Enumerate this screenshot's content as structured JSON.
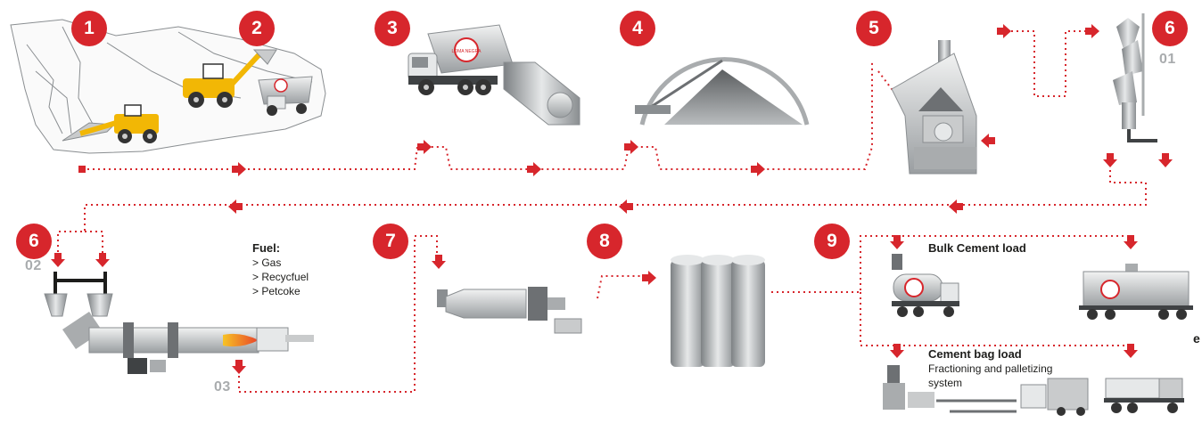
{
  "steps": {
    "s1": "1",
    "s2": "2",
    "s3": "3",
    "s4": "4",
    "s5": "5",
    "s6a": "6",
    "s6b": "6",
    "s7": "7",
    "s8": "8",
    "s9": "9"
  },
  "sublabels": {
    "top_6": "01",
    "bottom_6": "02",
    "kiln_out": "03"
  },
  "fuel": {
    "title": "Fuel:",
    "items": [
      "> Gas",
      "> Recycfuel",
      "> Petcoke"
    ]
  },
  "loading": {
    "bulk_title": "Bulk Cement load",
    "bag_title": "Cement bag load",
    "bag_desc": "Fractioning and palletizing system"
  },
  "truck_logo": "LOMA NEGRA",
  "colors": {
    "accent": "#d7262c",
    "grey": "#a9acae",
    "yellow": "#f2b705"
  },
  "edge_text": "e"
}
